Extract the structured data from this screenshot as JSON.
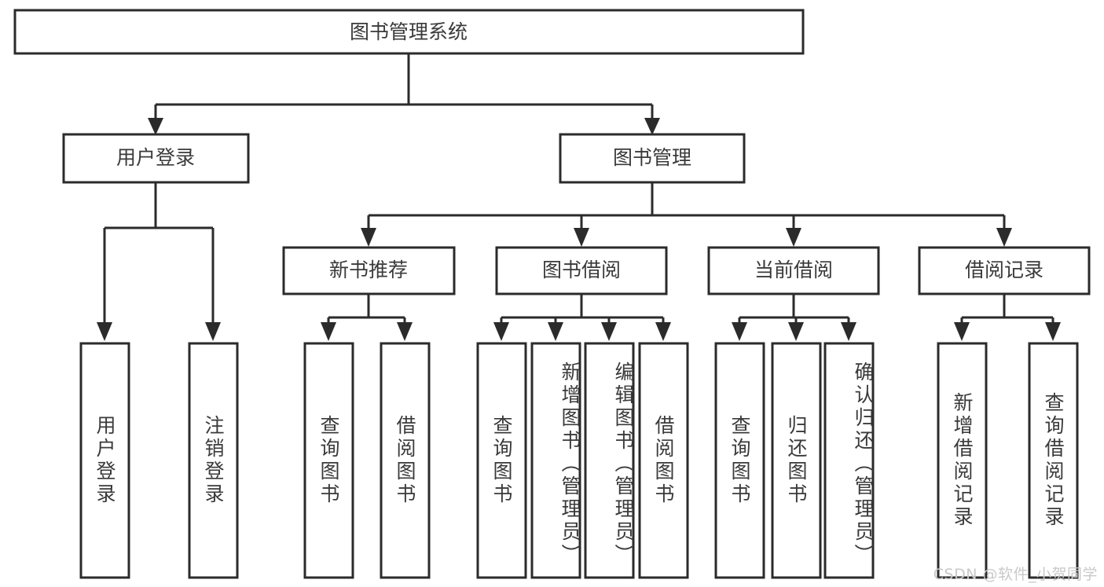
{
  "diagram": {
    "title_text": "图书管理系统",
    "type": "tree-hierarchy-chart",
    "colors": {
      "box_stroke": "#2b2b2b",
      "box_fill": "#ffffff",
      "text": "#3a3a3a",
      "connector": "#2b2b2b",
      "background": "#ffffff",
      "watermark": "#c9c9c9"
    },
    "root": {
      "label": "图书管理系统"
    },
    "level2": [
      {
        "label": "用户登录"
      },
      {
        "label": "图书管理"
      }
    ],
    "level3": [
      {
        "label": "新书推荐"
      },
      {
        "label": "图书借阅"
      },
      {
        "label": "当前借阅"
      },
      {
        "label": "借阅记录"
      }
    ],
    "leaves": [
      {
        "label": "用户登录",
        "parent": "用户登录"
      },
      {
        "label": "注销登录",
        "parent": "用户登录"
      },
      {
        "label": "查询图书",
        "parent": "新书推荐"
      },
      {
        "label": "借阅图书",
        "parent": "新书推荐"
      },
      {
        "label": "查询图书",
        "parent": "图书借阅"
      },
      {
        "label": "新增图书（管理员）",
        "parent": "图书借阅"
      },
      {
        "label": "编辑图书（管理员）",
        "parent": "图书借阅"
      },
      {
        "label": "借阅图书",
        "parent": "图书借阅"
      },
      {
        "label": "查询图书",
        "parent": "当前借阅"
      },
      {
        "label": "归还图书",
        "parent": "当前借阅"
      },
      {
        "label": "确认归还（管理员）",
        "parent": "当前借阅"
      },
      {
        "label": "新增借阅记录",
        "parent": "借阅记录"
      },
      {
        "label": "查询借阅记录",
        "parent": "借阅记录"
      }
    ]
  },
  "watermark": {
    "text": "CSDN @软件_小贺同学"
  }
}
